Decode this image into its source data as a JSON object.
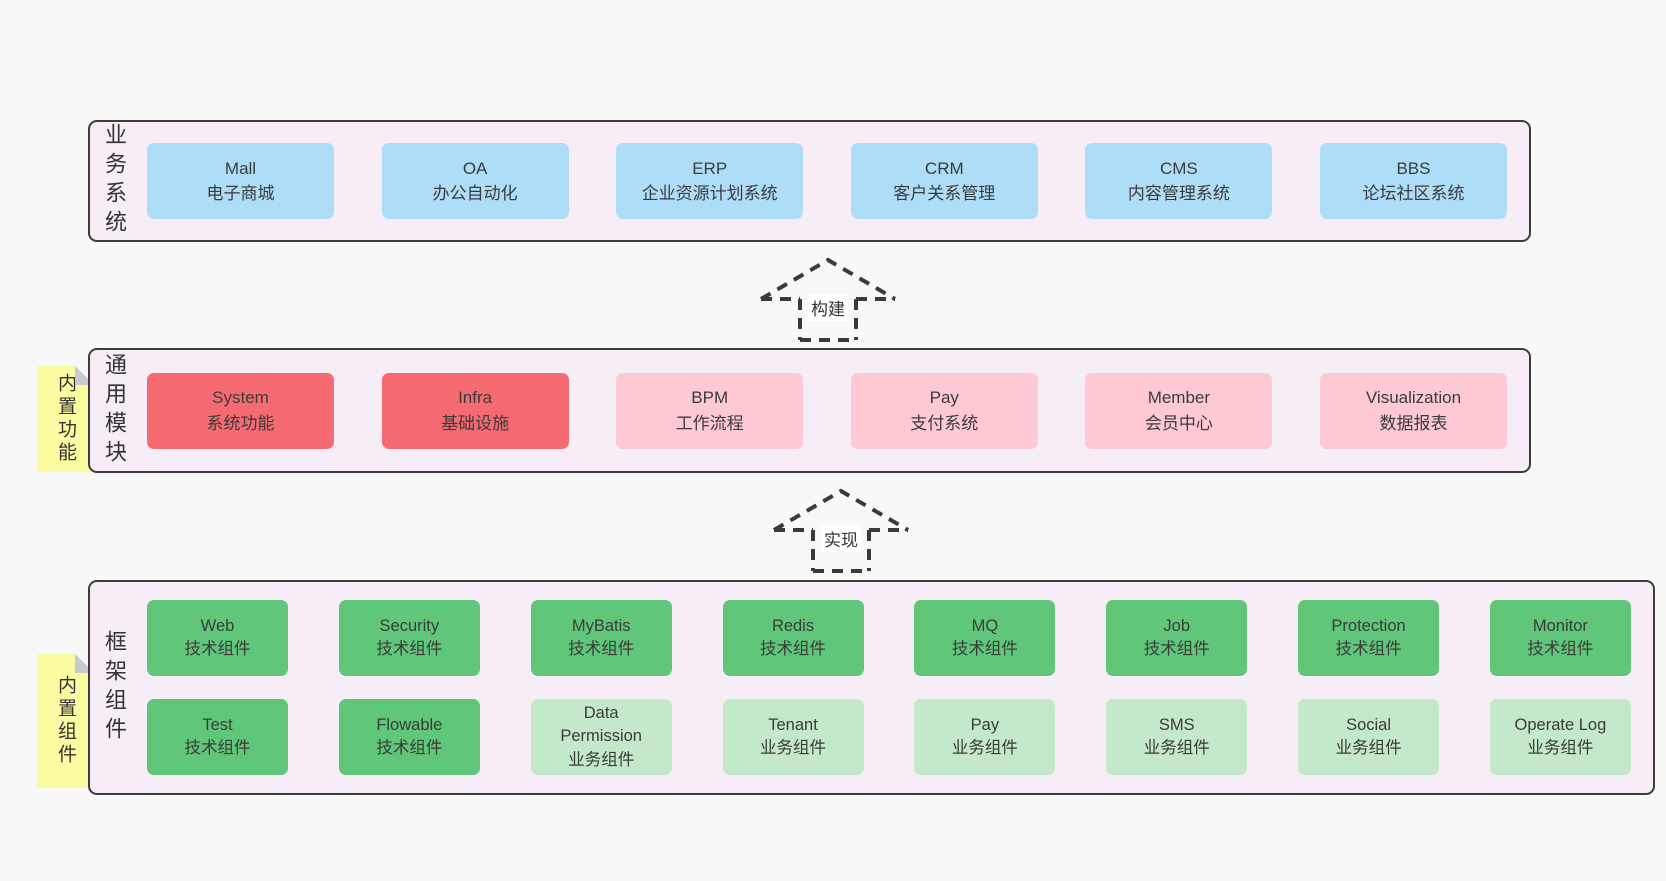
{
  "business_layer": {
    "label": "业务系统",
    "boxes": [
      {
        "title": "Mall",
        "subtitle": "电子商城"
      },
      {
        "title": "OA",
        "subtitle": "办公自动化"
      },
      {
        "title": "ERP",
        "subtitle": "企业资源计划系统"
      },
      {
        "title": "CRM",
        "subtitle": "客户关系管理"
      },
      {
        "title": "CMS",
        "subtitle": "内容管理系统"
      },
      {
        "title": "BBS",
        "subtitle": "论坛社区系统"
      }
    ]
  },
  "build_arrow": {
    "label": "构建"
  },
  "modules_layer": {
    "label": "通用模块",
    "tab": "内置功能",
    "boxes": [
      {
        "title": "System",
        "subtitle": "系统功能",
        "variant": "red"
      },
      {
        "title": "Infra",
        "subtitle": "基础设施",
        "variant": "red"
      },
      {
        "title": "BPM",
        "subtitle": "工作流程",
        "variant": "pink"
      },
      {
        "title": "Pay",
        "subtitle": "支付系统",
        "variant": "pink"
      },
      {
        "title": "Member",
        "subtitle": "会员中心",
        "variant": "pink"
      },
      {
        "title": "Visualization",
        "subtitle": "数据报表",
        "variant": "pink"
      }
    ]
  },
  "implement_arrow": {
    "label": "实现"
  },
  "framework_layer": {
    "label": "框架组件",
    "tab": "内置组件",
    "row1": [
      {
        "title": "Web",
        "subtitle": "技术组件",
        "variant": "green"
      },
      {
        "title": "Security",
        "subtitle": "技术组件",
        "variant": "green"
      },
      {
        "title": "MyBatis",
        "subtitle": "技术组件",
        "variant": "green"
      },
      {
        "title": "Redis",
        "subtitle": "技术组件",
        "variant": "green"
      },
      {
        "title": "MQ",
        "subtitle": "技术组件",
        "variant": "green"
      },
      {
        "title": "Job",
        "subtitle": "技术组件",
        "variant": "green"
      },
      {
        "title": "Protection",
        "subtitle": "技术组件",
        "variant": "green"
      },
      {
        "title": "Monitor",
        "subtitle": "技术组件",
        "variant": "green"
      }
    ],
    "row2": [
      {
        "title": "Test",
        "subtitle": "技术组件",
        "variant": "green"
      },
      {
        "title": "Flowable",
        "subtitle": "技术组件",
        "variant": "green"
      },
      {
        "title": "Data Permission",
        "subtitle": "业务组件",
        "variant": "light-green"
      },
      {
        "title": "Tenant",
        "subtitle": "业务组件",
        "variant": "light-green"
      },
      {
        "title": "Pay",
        "subtitle": "业务组件",
        "variant": "light-green"
      },
      {
        "title": "SMS",
        "subtitle": "业务组件",
        "variant": "light-green"
      },
      {
        "title": "Social",
        "subtitle": "业务组件",
        "variant": "light-green"
      },
      {
        "title": "Operate Log",
        "subtitle": "业务组件",
        "variant": "light-green"
      }
    ]
  },
  "colors": {
    "page_bg": "#f8f8f8",
    "panel_bg": "#f7edf6",
    "panel_border": "#3c3c3c",
    "blue": "#aeddf8",
    "red": "#f56b71",
    "pink": "#fec9d2",
    "green": "#5fc67a",
    "light_green": "#c3e8ca",
    "yellow": "#fbfba1",
    "fold_gray": "#c9c9d2",
    "text": "#3b3b3b",
    "arrow": "#3a3a3a",
    "arrow_label_bg": "#ffffff"
  }
}
